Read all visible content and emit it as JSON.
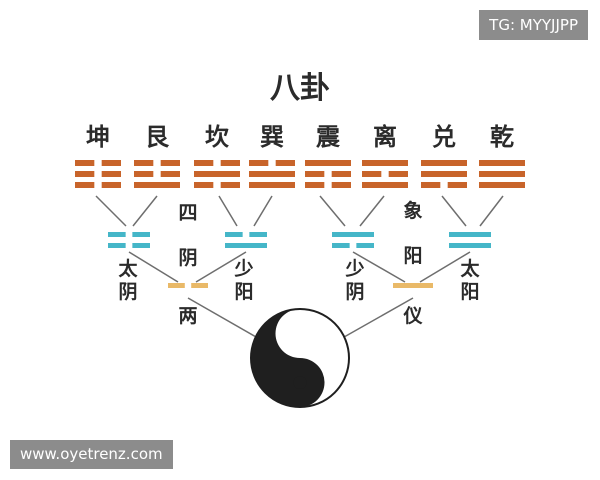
{
  "title": "八卦",
  "trigrams": [
    {
      "name": "坤",
      "lines": [
        0,
        0,
        0
      ]
    },
    {
      "name": "艮",
      "lines": [
        1,
        0,
        0
      ]
    },
    {
      "name": "坎",
      "lines": [
        0,
        1,
        0
      ]
    },
    {
      "name": "巽",
      "lines": [
        1,
        1,
        0
      ]
    },
    {
      "name": "震",
      "lines": [
        0,
        0,
        1
      ]
    },
    {
      "name": "离",
      "lines": [
        1,
        0,
        1
      ]
    },
    {
      "name": "兑",
      "lines": [
        0,
        1,
        1
      ]
    },
    {
      "name": "乾",
      "lines": [
        1,
        1,
        1
      ]
    }
  ],
  "four_symbols": [
    {
      "name": "太阴",
      "line1": "太",
      "line2": "阴",
      "lines": [
        0,
        0
      ]
    },
    {
      "name": "少阳",
      "line1": "少",
      "line2": "阳",
      "lines": [
        1,
        0
      ]
    },
    {
      "name": "少阴",
      "line1": "少",
      "line2": "阴",
      "lines": [
        0,
        1
      ]
    },
    {
      "name": "太阳",
      "line1": "太",
      "line2": "阳",
      "lines": [
        1,
        1
      ]
    }
  ],
  "level_labels": {
    "four_symbols": [
      "四",
      "象"
    ],
    "two_modes": [
      "阴",
      "阳"
    ],
    "two_modes_caption": [
      "两",
      "仪"
    ]
  },
  "colors": {
    "trigram": "#c8642a",
    "four_symbol": "#45b6c8",
    "two_mode": "#e9b968",
    "line": "#6e6e6e",
    "yin_yang_dark": "#1f1f1f",
    "yin_yang_light": "#ffffff"
  },
  "watermark_top": "TG: MYYJJPP",
  "watermark_bottom": "www.oyetrenz.com"
}
